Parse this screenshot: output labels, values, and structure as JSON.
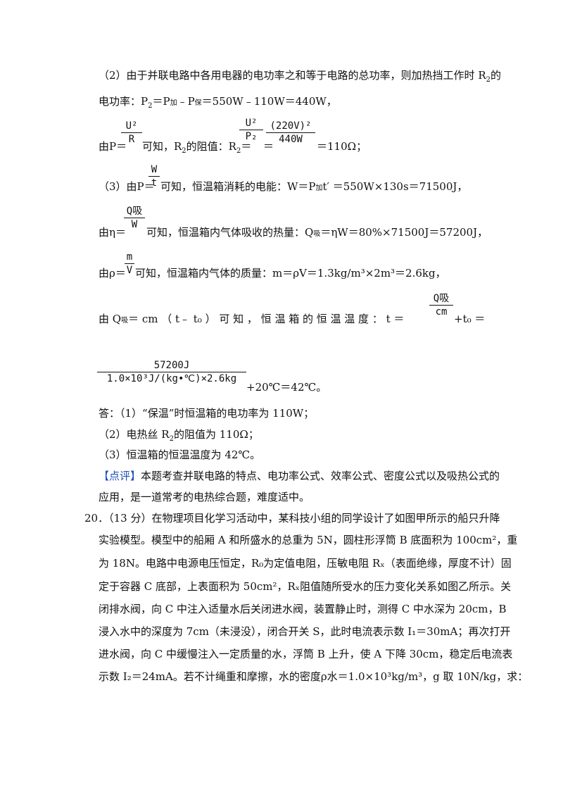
{
  "part2": {
    "line1_pre": "（2）由于并联电路中各用电器的电功率之和等于电路的总功率，则加热挡工作时 R",
    "line1_sub": "2",
    "line1_post": "的",
    "line2_a": "电功率：P",
    "line2_sub": "2",
    "line2_b": "＝P",
    "line2_jia": "加",
    "line2_c": "﹣P",
    "line2_bao": "保",
    "line2_d": "＝550W﹣110W＝440W，",
    "line3_a": "由P＝",
    "frac_ur_num": "U²",
    "frac_ur_den": "R",
    "line3_b": "可知，R",
    "line3_sub": "2",
    "line3_c": "的阻值：R",
    "line3_sub2": "2",
    "line3_eq": "＝",
    "frac_up_num": "U²",
    "frac_up_den": "P₂",
    "line3_eq2": "＝",
    "frac_220_num": "(220V)²",
    "frac_220_den": "440W",
    "line3_d": "＝110Ω；"
  },
  "part3": {
    "l1_a": "（3）由P＝",
    "frac_wt_num": "W",
    "frac_wt_den": "t",
    "l1_b": "可知，恒温箱消耗的电能：W＝P",
    "l1_jia": "加",
    "l1_c": "t′ ＝550W×130s＝71500J，",
    "l2_a": "由η＝",
    "frac_qw_num": "Q吸",
    "frac_qw_den": "W",
    "l2_b": "可知，恒温箱内气体吸收的热量：Q",
    "l2_xi": "吸",
    "l2_c": "＝ηW＝80%×71500J＝57200J，",
    "l3_a": "由ρ＝",
    "frac_mv_num": "m",
    "frac_mv_den": "V",
    "l3_b": "可知，恒温箱内气体的质量：m＝ρV＝1.3kg/m³×2m³＝2.6kg，",
    "l4_a": "由 Q",
    "l4_xi": "吸",
    "l4_b": "＝ cm （ t﹣ t₀ ） 可 知 ， 恒 温 箱 的 恒 温 温 度 ： t ＝",
    "frac_qcm_num": "Q吸",
    "frac_qcm_den": "cm",
    "l4_c": "+t₀ ＝",
    "frac_big_num": "57200J",
    "frac_big_den": "1.0×10³J/(kg•℃)×2.6kg",
    "l5_tail": "+20℃＝42℃。"
  },
  "answer": {
    "a1": "答：（1）“保温”时恒温箱的电功率为 110W；",
    "a2_a": "（2）电热丝 R",
    "a2_sub": "2",
    "a2_b": "的阻值为 110Ω；",
    "a3": "（3）恒温箱的恒温温度为 42℃。"
  },
  "comment": {
    "tag": "【点评】",
    "text1": "本题考查并联电路的特点、电功率公式、效率公式、密度公式以及吸热公式的",
    "text2": "应用，是一道常考的电热综合题，难度适中。"
  },
  "q20": {
    "l1": "20．（13 分）在物理项目化学习活动中，某科技小组的同学设计了如图甲所示的船只升降",
    "l2": "实验模型。模型中的船厢 A 和所盛水的总重为 5N，圆柱形浮筒 B 底面积为 100cm²，重",
    "l3": "为 18N。电路中电源电压恒定，R₀为定值电阻，压敏电阻 Rₓ（表面绝缘，厚度不计）固",
    "l4": "定于容器 C 底部，上表面积为 50cm²，Rₓ阻值随所受水的压力变化关系如图乙所示。关",
    "l5": "闭排水阀，向 C 中注入适量水后关闭进水阀，装置静止时，测得 C 中水深为 20cm，B",
    "l6": "浸入水中的深度为 7cm（未浸没），闭合开关 S，此时电流表示数 I₁＝30mA；再次打开",
    "l7": "进水阀，向 C 中缓慢注入一定质量的水，浮筒 B 上升，使 A 下降 30cm，稳定后电流表",
    "l8": "示数 I₂＝24mA。若不计绳重和摩擦，水的密度ρ水＝1.0×10³kg/m³，g 取 10N/kg，求："
  }
}
